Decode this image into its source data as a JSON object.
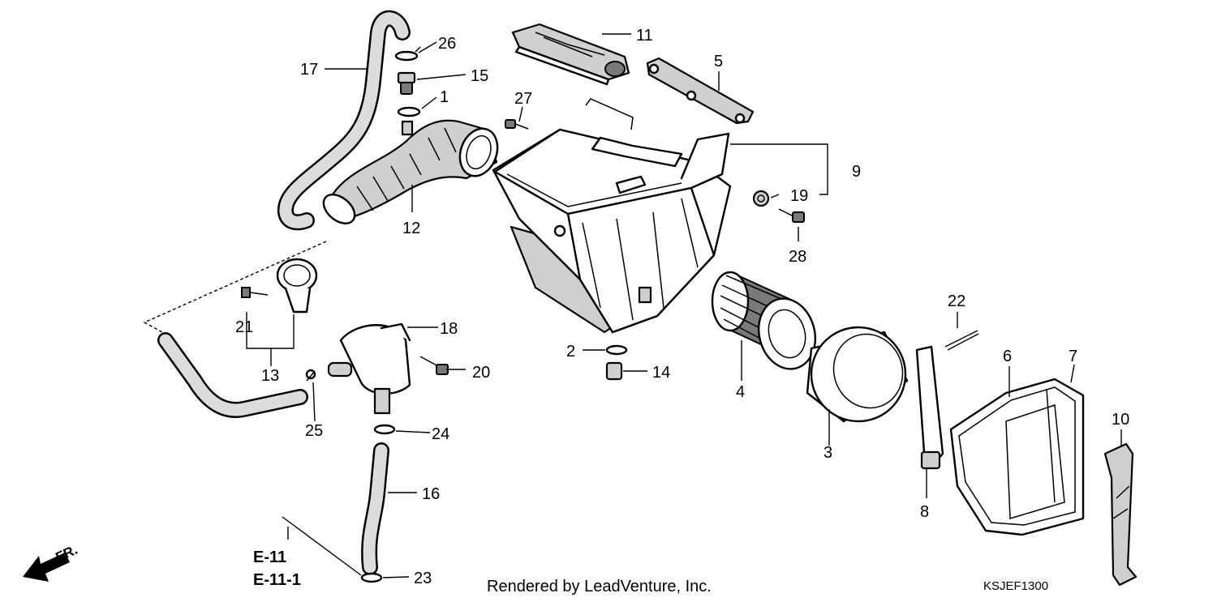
{
  "callouts": {
    "p1": "1",
    "p2": "2",
    "p3": "3",
    "p4": "4",
    "p5": "5",
    "p6": "6",
    "p7": "7",
    "p8": "8",
    "p9": "9",
    "p10": "10",
    "p11": "11",
    "p12": "12",
    "p13": "13",
    "p14": "14",
    "p15": "15",
    "p16": "16",
    "p17": "17",
    "p18": "18",
    "p19": "19",
    "p20": "20",
    "p21": "21",
    "p22": "22",
    "p23": "23",
    "p24": "24",
    "p25": "25",
    "p26": "26",
    "p27": "27",
    "p28": "28"
  },
  "refs": {
    "e11": "E-11",
    "e11_1": "E-11-1"
  },
  "direction": {
    "label": "FR."
  },
  "footer": {
    "credit": "Rendered by LeadVenture, Inc.",
    "diagram_code": "KSJEF1300"
  }
}
